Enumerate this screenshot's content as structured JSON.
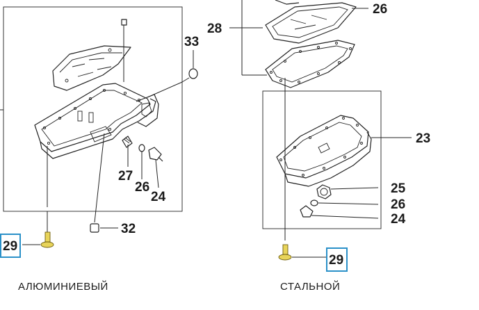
{
  "diagram": {
    "left_panel": {
      "caption": "АЛЮМИНИЕВЫЙ",
      "callouts": {
        "c33": "33",
        "c27": "27",
        "c26": "26",
        "c24": "24",
        "c32": "32",
        "c29": "29"
      }
    },
    "right_panel": {
      "caption": "СТАЛЬНОЙ",
      "callouts": {
        "c26top": "26",
        "c28": "28",
        "c23": "23",
        "c25": "25",
        "c26": "26",
        "c24": "24",
        "c29": "29"
      }
    },
    "colors": {
      "highlight_box": "#2a90c8",
      "bolt_fill": "#e8d45a",
      "line": "#222222"
    }
  }
}
